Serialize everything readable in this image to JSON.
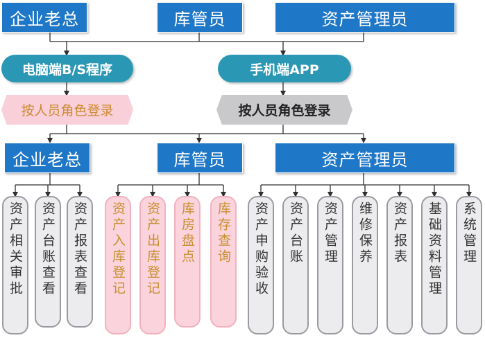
{
  "top_roles": [
    "企业老总",
    "库管员",
    "资产管理员"
  ],
  "platforms": {
    "pc": "电脑端B/S程序",
    "mobile": "手机端APP"
  },
  "login": {
    "pc": "按人员角色登录",
    "mobile": "按人员角色登录"
  },
  "roles": [
    {
      "name": "企业老总",
      "functions": [
        "资产相关审批",
        "资产台账查看",
        "资产报表查看"
      ]
    },
    {
      "name": "库管员",
      "functions": [
        "资产入库登记",
        "资产出库登记",
        "库房盘点",
        "库存查询"
      ]
    },
    {
      "name": "资产管理员",
      "functions": [
        "资产申购验收",
        "资产台账",
        "资产管理",
        "维修保养",
        "资产报表",
        "基础资料管理",
        "系统管理"
      ]
    }
  ],
  "colors": {
    "role_box": "#1f77c8",
    "platform_pill": "#2a97b5",
    "connector": "#2e2e2e",
    "pink_fill": "#fbd3dc",
    "gold_text": "#c7902f"
  }
}
